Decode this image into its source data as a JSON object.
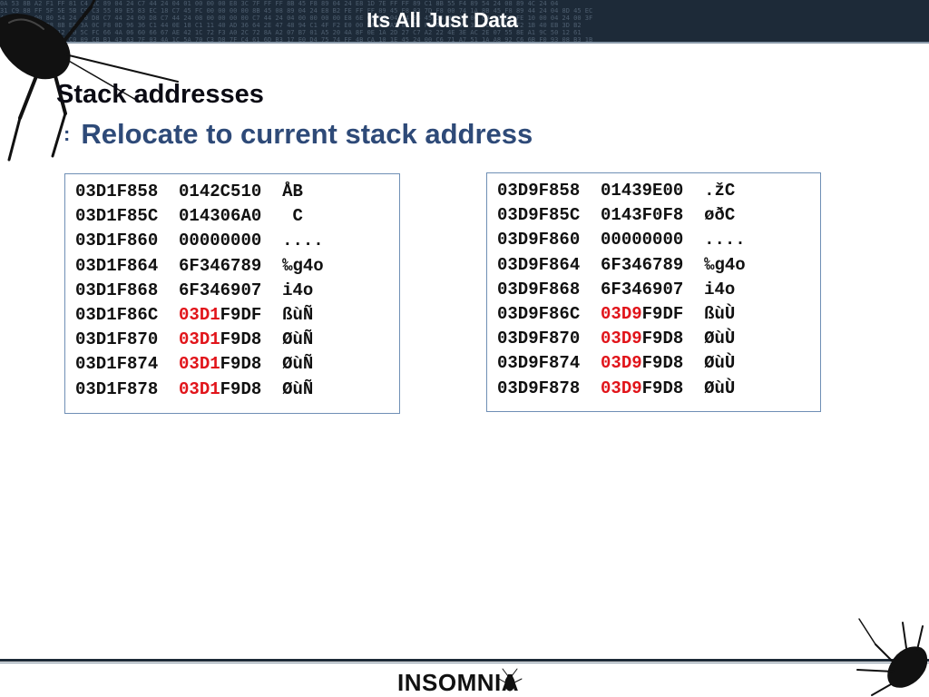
{
  "header": {
    "title": "Its All Just Data",
    "hex_background": "0A 53 8B A2 F1 FF 81 C4 EC 89 04 24 C7 44 24 04 01 00 00 00 E8 3C 7F FF FF 8B 45 F8 89 04 24 E8 1D 7E FF FF 89 C1 8B 55 F4 89 54 24 08 89 4C 24 04\n31 C9 88 FF 5F 5E 5B C9 C3 55 89 E5 83 EC 18 C7 45 FC 00 00 00 00 8B 45 08 89 04 24 E8 B2 FE FF FF 89 45 F8 83 7D F8 00 74 1A 8B 45 F8 89 44 24 04 8D 45 EC\n4F 00 00 00 80 54 24 00 D8 C7 44 24 00 D8 C7 44 24 08 00 00 00 00 C7 44 24 04 00 00 00 00 E8 6E 00 C4 04 24 88 45 24 08 00 00 00 00 E8 FE 10 00 04 24 00 3F\n10 8D 55 DC B8 8B E8 3A 0C F8 0D 96 36 C1 44 0E 18 C1 11 40 AD 36 64 2E 47 48 94 C1 4F F2 E0 00 DA 34 A5 0B 78 F8 AE 81 97 3A 6C 4A 9F F2 1B 40 EB 3D B2\n5C 74 BA 3A 6E 12 90 5C FC 66 4A 06 60 66 67 AE 42 1C 72 F3 A0 2C 72 8A A2 07 B7 01 A5 20 4A 8F 0E 1A 2D 27 C7 A2 22 4E 3E AC 2E 07 55 8E A1 9C 50 12 61\n73 79 D8 C7 1B 43 C0 09 CB B1 43 63 7F 03 4A 1C 5A 70 C3 D8 7F C4 61 6D B3 17 E0 D4 75 74 FF 4B CA 10 1E 45 24 00 C6 71 A7 51 1A A8 92 C6 6B F0 93 08 B3 1B"
  },
  "slide": {
    "heading": "Stack addresses",
    "bullet": ":",
    "subheading": "Relocate to current stack address"
  },
  "dump_left": [
    {
      "addr": "03D1F858",
      "hi": "",
      "lo": "0142C510",
      "chars": "ÅB"
    },
    {
      "addr": "03D1F85C",
      "hi": "",
      "lo": "014306A0",
      "chars": " C"
    },
    {
      "addr": "03D1F860",
      "hi": "",
      "lo": "00000000",
      "chars": "...."
    },
    {
      "addr": "03D1F864",
      "hi": "",
      "lo": "6F346789",
      "chars": "‰g4o"
    },
    {
      "addr": "03D1F868",
      "hi": "",
      "lo": "6F346907",
      "chars": "i4o"
    },
    {
      "addr": "03D1F86C",
      "hi": "03D1",
      "lo": "F9DF",
      "chars": "ßùÑ"
    },
    {
      "addr": "03D1F870",
      "hi": "03D1",
      "lo": "F9D8",
      "chars": "ØùÑ"
    },
    {
      "addr": "03D1F874",
      "hi": "03D1",
      "lo": "F9D8",
      "chars": "ØùÑ"
    },
    {
      "addr": "03D1F878",
      "hi": "03D1",
      "lo": "F9D8",
      "chars": "ØùÑ"
    }
  ],
  "dump_right": [
    {
      "addr": "03D9F858",
      "hi": "",
      "lo": "01439E00",
      "chars": ".žC"
    },
    {
      "addr": "03D9F85C",
      "hi": "",
      "lo": "0143F0F8",
      "chars": "øðC"
    },
    {
      "addr": "03D9F860",
      "hi": "",
      "lo": "00000000",
      "chars": "...."
    },
    {
      "addr": "03D9F864",
      "hi": "",
      "lo": "6F346789",
      "chars": "‰g4o"
    },
    {
      "addr": "03D9F868",
      "hi": "",
      "lo": "6F346907",
      "chars": "i4o"
    },
    {
      "addr": "03D9F86C",
      "hi": "03D9",
      "lo": "F9DF",
      "chars": "ßùÙ"
    },
    {
      "addr": "03D9F870",
      "hi": "03D9",
      "lo": "F9D8",
      "chars": "ØùÙ"
    },
    {
      "addr": "03D9F874",
      "hi": "03D9",
      "lo": "F9D8",
      "chars": "ØùÙ"
    },
    {
      "addr": "03D9F878",
      "hi": "03D9",
      "lo": "F9D8",
      "chars": "ØùÙ"
    }
  ],
  "footer": {
    "brand": "INSOMNIA"
  },
  "colors": {
    "header_bg": "#1d2a38",
    "subheading": "#2e4a78",
    "highlight": "#e1141a",
    "box_border": "#6f8fb5"
  },
  "icons": {
    "top_left": "cockroach-icon",
    "bottom_right": "cockroach-icon"
  }
}
